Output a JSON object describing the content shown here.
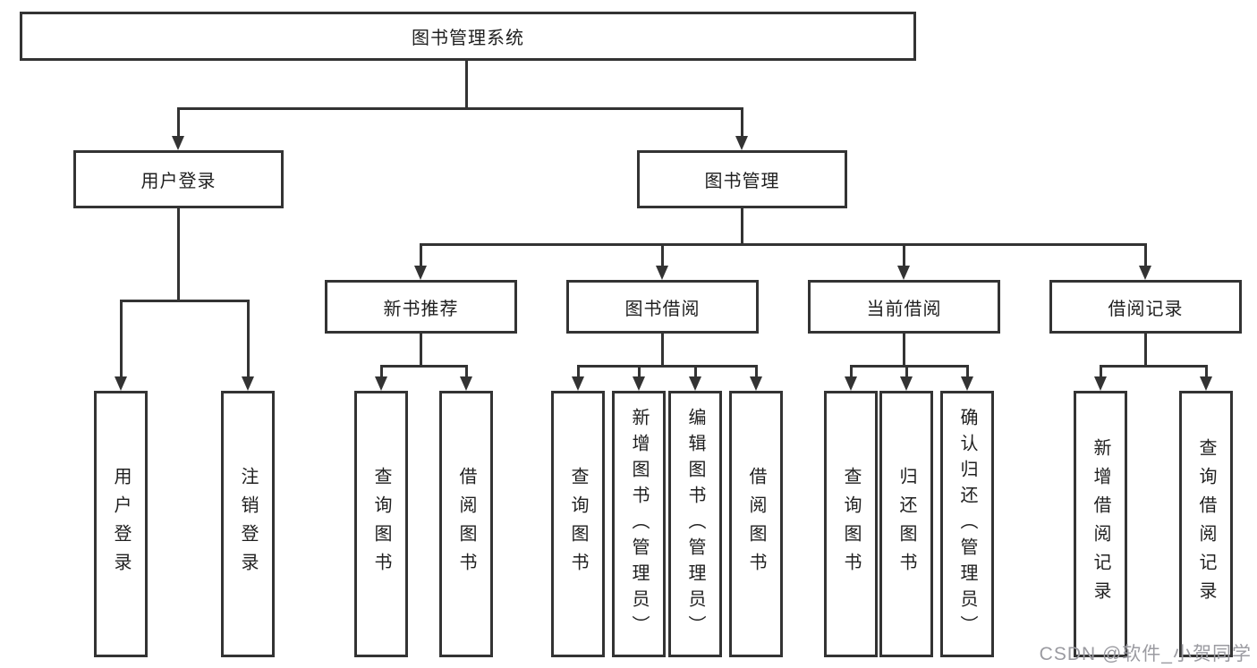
{
  "diagram": {
    "title": "图书管理系统",
    "root": {
      "label": "图书管理系统"
    },
    "branches": [
      {
        "label": "用户登录",
        "children": [
          {
            "label": "用户登录"
          },
          {
            "label": "注销登录"
          }
        ]
      },
      {
        "label": "图书管理",
        "children": [
          {
            "label": "新书推荐",
            "children": [
              {
                "label": "查询图书"
              },
              {
                "label": "借阅图书"
              }
            ]
          },
          {
            "label": "图书借阅",
            "children": [
              {
                "label": "查询图书"
              },
              {
                "label": "新增图书（管理员）"
              },
              {
                "label": "编辑图书（管理员）"
              },
              {
                "label": "借阅图书"
              }
            ]
          },
          {
            "label": "当前借阅",
            "children": [
              {
                "label": "查询图书"
              },
              {
                "label": "归还图书"
              },
              {
                "label": "确认归还（管理员）"
              }
            ]
          },
          {
            "label": "借阅记录",
            "children": [
              {
                "label": "新增借阅记录"
              },
              {
                "label": "查询借阅记录"
              }
            ]
          }
        ]
      }
    ],
    "colors": {
      "line": "#333333",
      "text": "#1f1f1f",
      "watermark": "#9b9ba1"
    }
  },
  "watermark": {
    "text": "CSDN @软件_小贺同学"
  }
}
